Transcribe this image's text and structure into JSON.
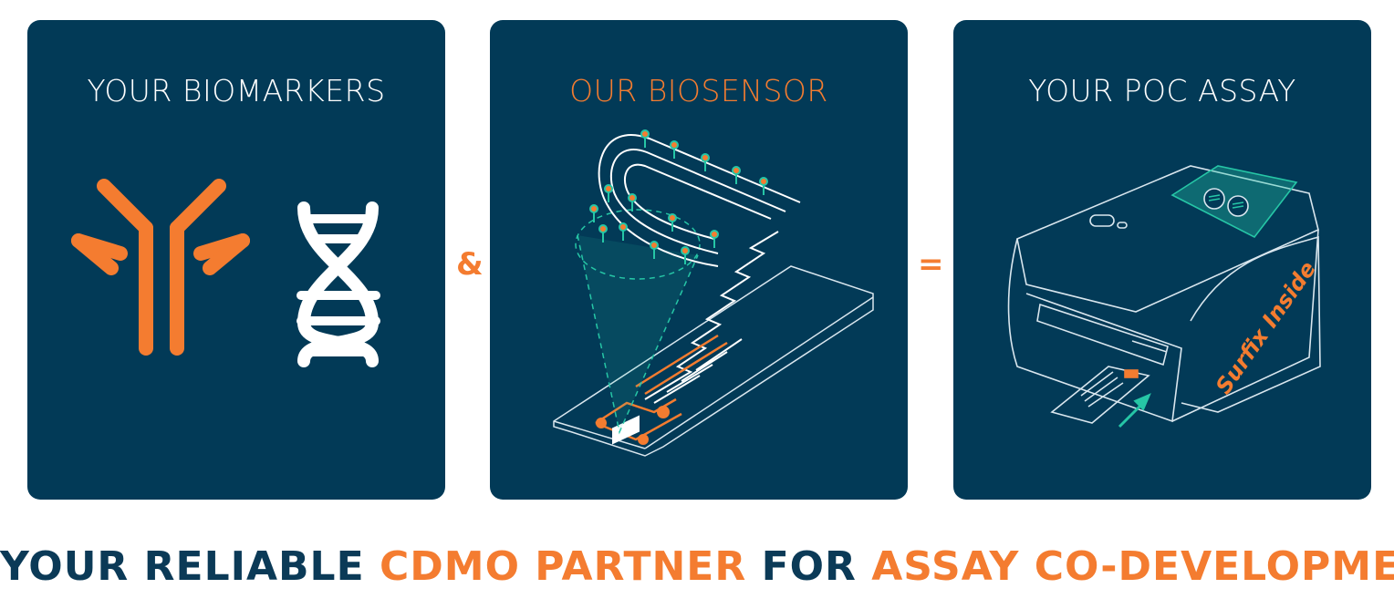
{
  "colors": {
    "panel_bg": "#023a57",
    "accent": "#f47c30",
    "text_light": "#ffffff",
    "navy_text": "#0b3a57",
    "teal": "#26c6a6"
  },
  "panels": [
    {
      "title": "YOUR BIOMARKERS",
      "icons": [
        "antibody-icon",
        "dna-helix-icon"
      ]
    },
    {
      "title": "OUR BIOSENSOR",
      "icons": [
        "biosensor-chip-icon"
      ]
    },
    {
      "title": "YOUR POC ASSAY",
      "icons": [
        "poc-reader-device-icon"
      ],
      "device_label": "Surfix Inside"
    }
  ],
  "operators": {
    "and": "&",
    "equals": "="
  },
  "tagline": {
    "part1": "YOUR RELIABLE ",
    "part2": "CDMO PARTNER",
    "part3": " FOR ",
    "part4": "ASSAY CO-DEVELOPMENT"
  }
}
